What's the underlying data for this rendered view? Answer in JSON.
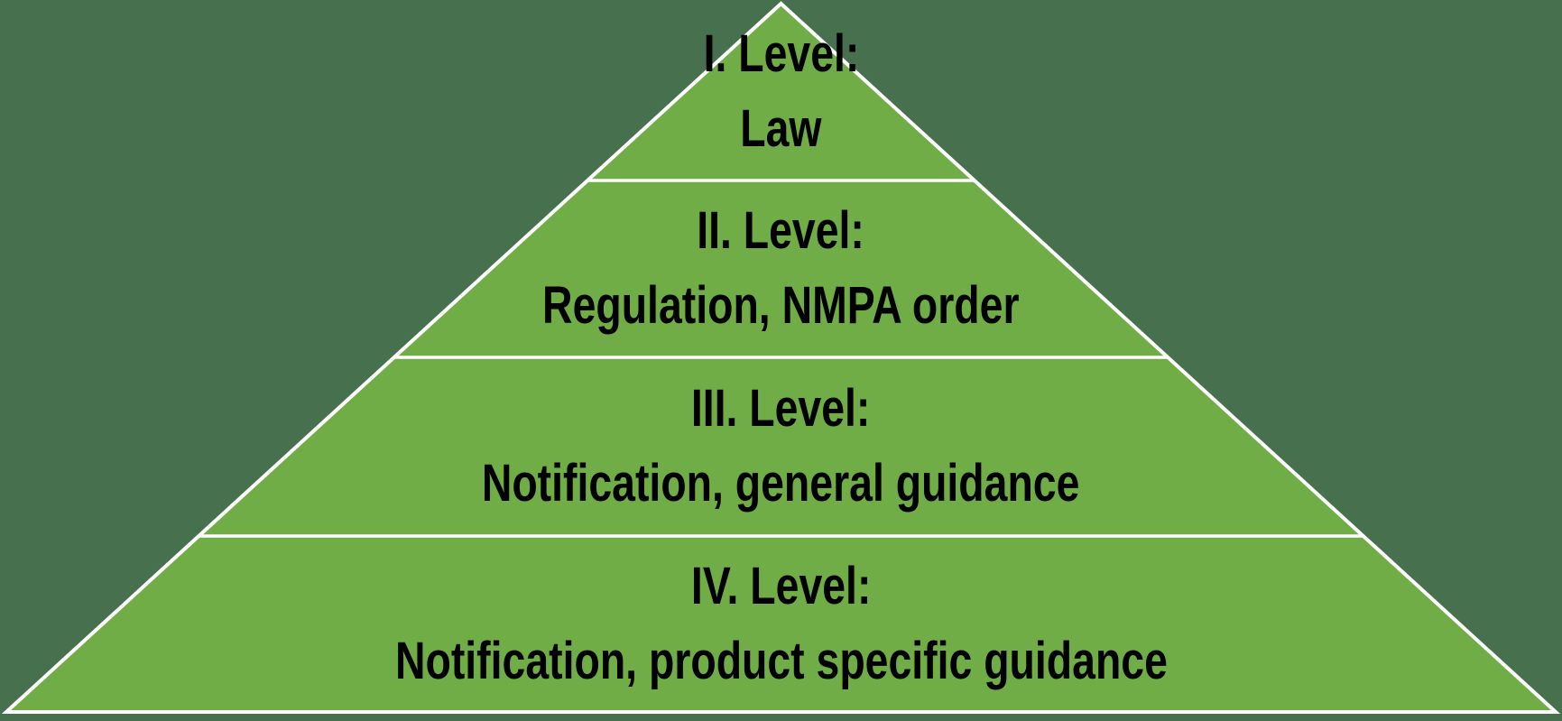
{
  "pyramid": {
    "levels": [
      {
        "heading": "I. Level:",
        "content": "Law"
      },
      {
        "heading": "II. Level:",
        "content": "Regulation, NMPA order"
      },
      {
        "heading": "III. Level:",
        "content": "Notification, general guidance"
      },
      {
        "heading": "IV. Level:",
        "content": "Notification, product specific guidance"
      }
    ],
    "colors": {
      "fill": "#70AD47",
      "background": "#47704E",
      "line": "#FFFFFF",
      "text": "#000000"
    }
  }
}
